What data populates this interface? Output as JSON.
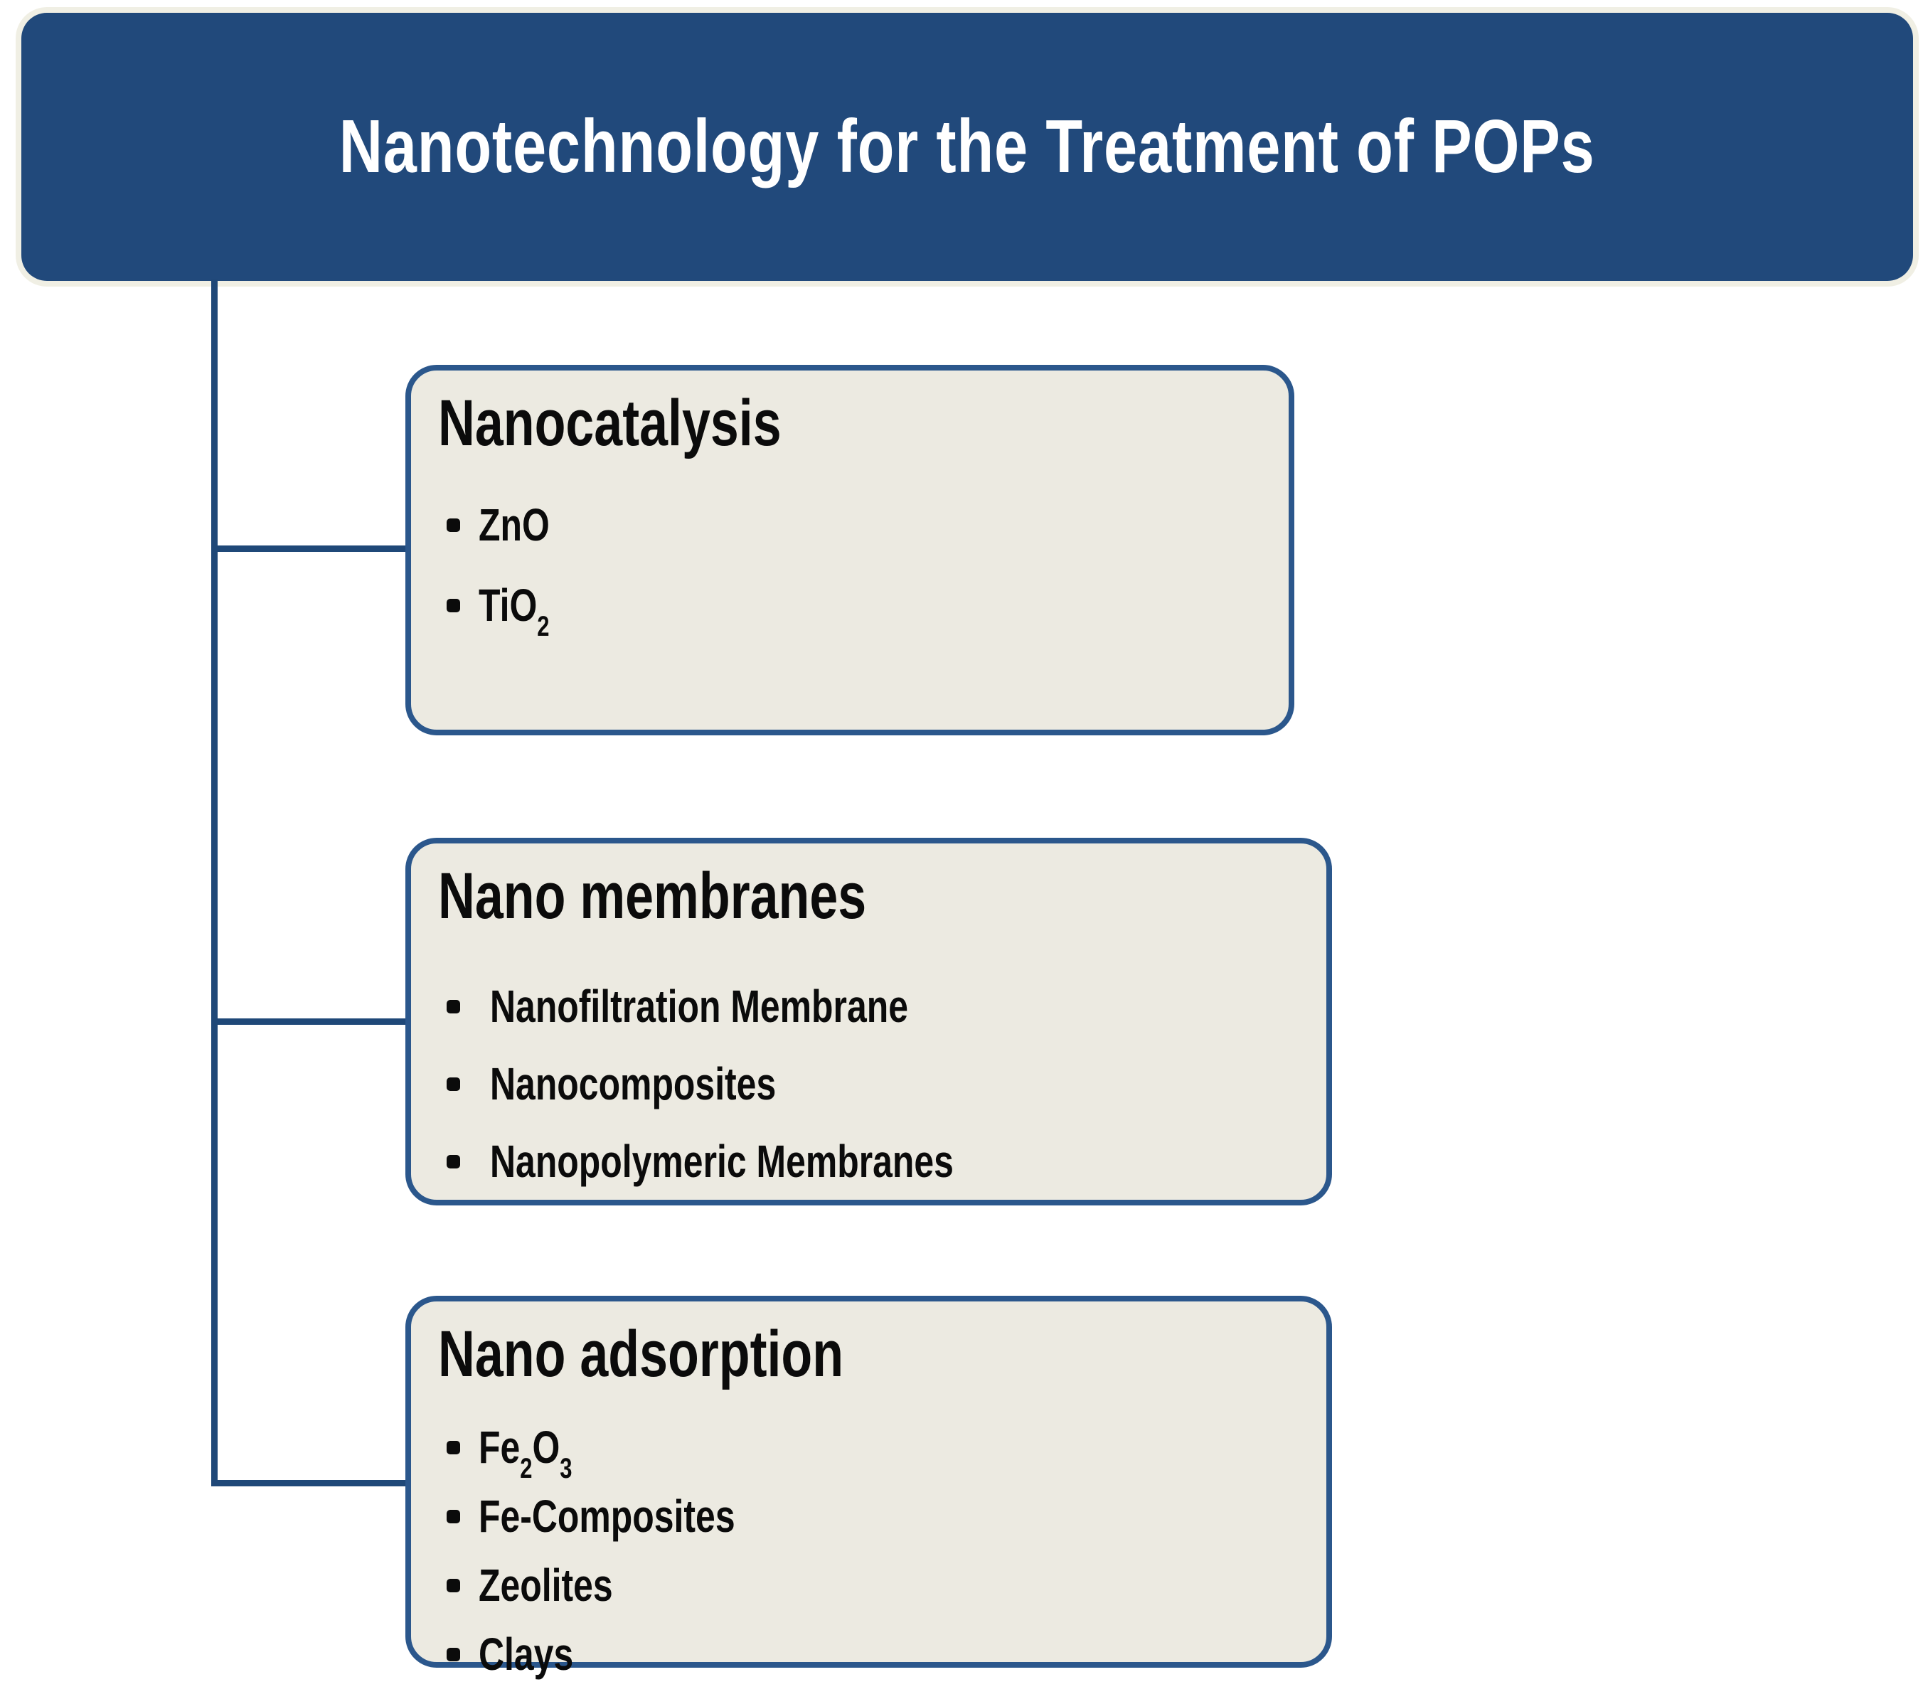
{
  "header": {
    "title": "Nanotechnology for the Treatment of POPs"
  },
  "colors": {
    "header_bg": "#21497B",
    "box_border": "#2B578C",
    "box_fill": "#ECEAE1",
    "connector": "#1F4878",
    "halo": "#F0EFE4",
    "title_text": "#FFFFFF",
    "body_text": "#0B0B0B"
  },
  "boxes": [
    {
      "id": "nanocatalysis",
      "title": "Nanocatalysis",
      "items": [
        [
          {
            "t": "ZnO"
          }
        ],
        [
          {
            "t": "TiO"
          },
          {
            "s": "2"
          }
        ]
      ]
    },
    {
      "id": "nano-membranes",
      "title": "Nano membranes",
      "items": [
        [
          {
            "t": "Nanofiltration Membrane"
          }
        ],
        [
          {
            "t": "Nanocomposites"
          }
        ],
        [
          {
            "t": "Nanopolymeric Membranes"
          }
        ]
      ]
    },
    {
      "id": "nano-adsorption",
      "title": "Nano adsorption",
      "items": [
        [
          {
            "t": "Fe"
          },
          {
            "s": "2"
          },
          {
            "t": "O"
          },
          {
            "s": "3"
          }
        ],
        [
          {
            "t": "Fe-Composites"
          }
        ],
        [
          {
            "t": "Zeolites"
          }
        ],
        [
          {
            "t": "Clays"
          }
        ]
      ]
    }
  ]
}
